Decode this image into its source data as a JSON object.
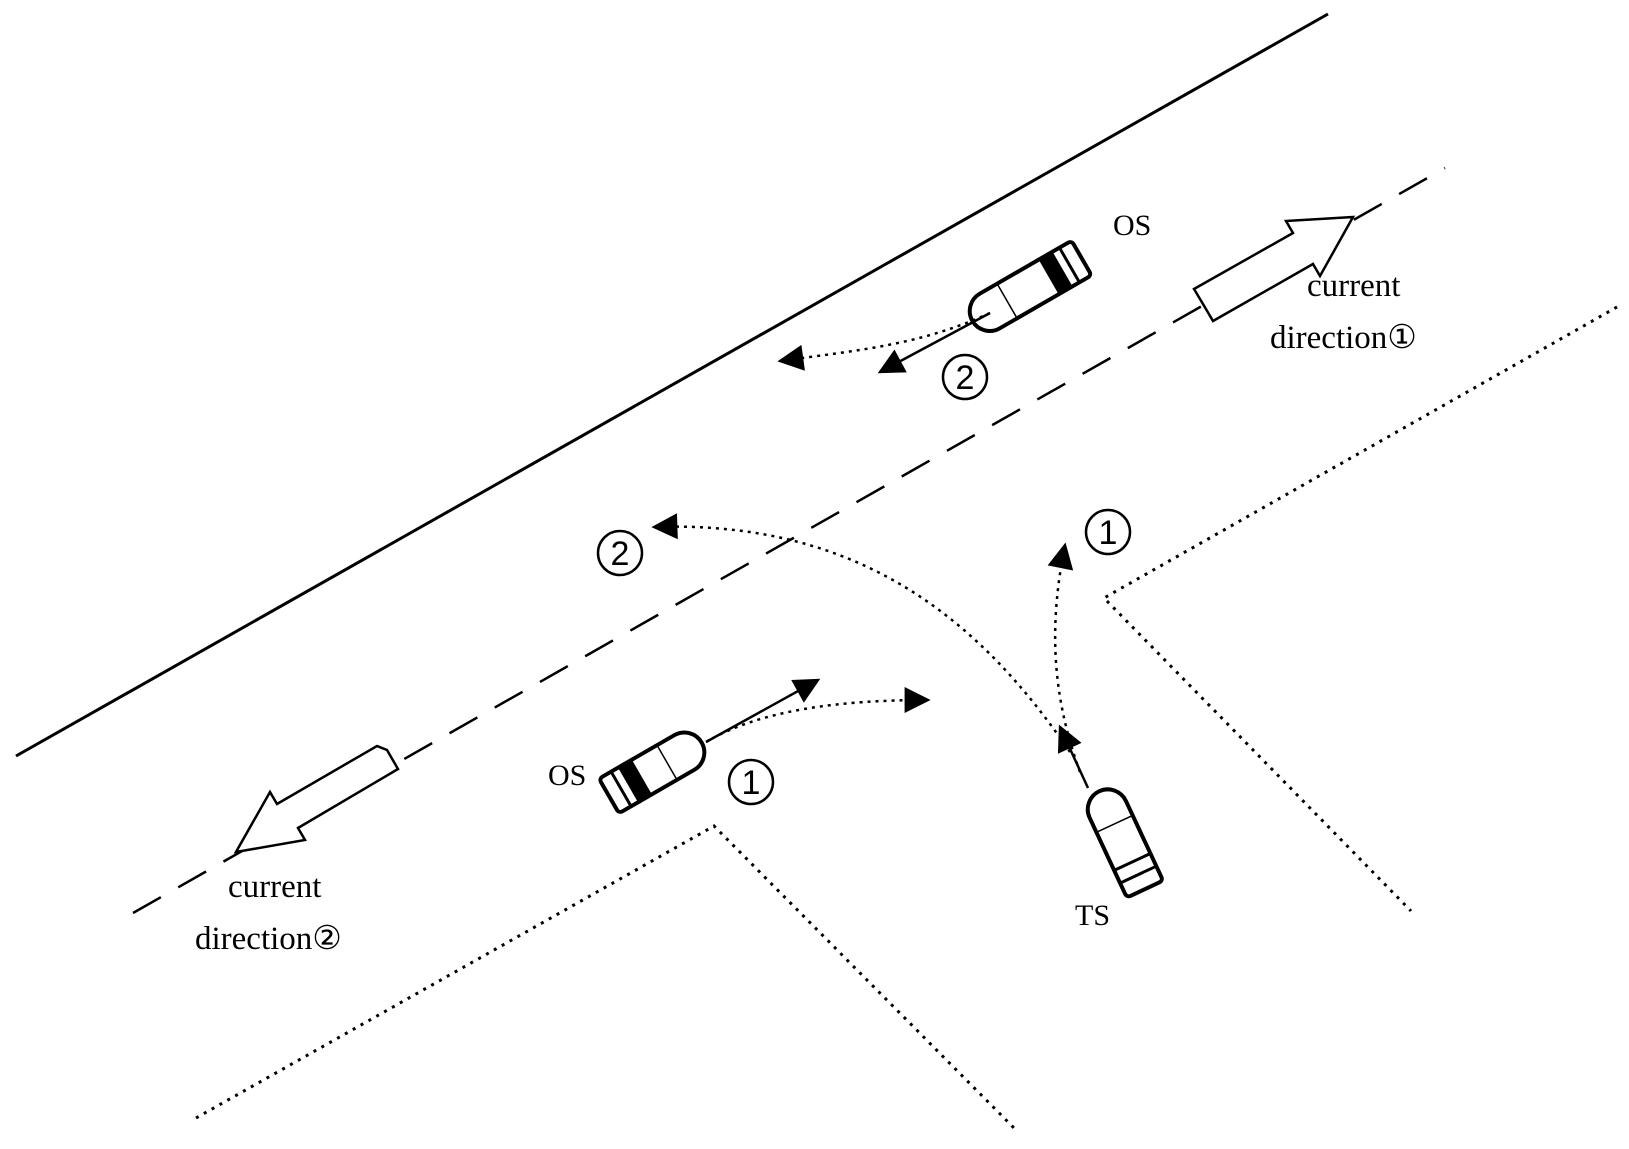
{
  "labels": {
    "os_top": "OS",
    "os_bottom": "OS",
    "ts": "TS",
    "current_dir_1_line1": "current",
    "current_dir_1_line2": "direction①",
    "current_dir_2_line1": "current",
    "current_dir_2_line2": "direction②",
    "marker_os_top": "2",
    "marker_ts_left": "2",
    "marker_ts_right": "1",
    "marker_os_bottom": "1"
  },
  "colors": {
    "ink": "#000000",
    "background": "#ffffff"
  }
}
